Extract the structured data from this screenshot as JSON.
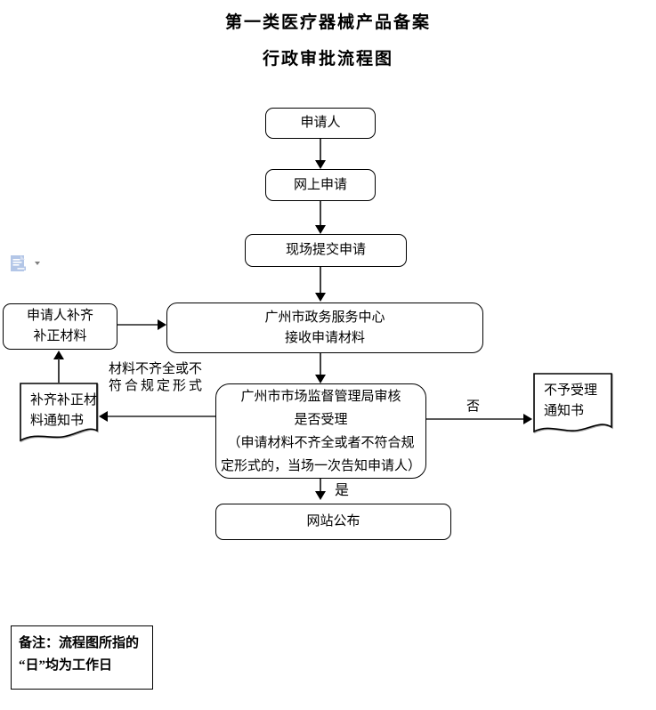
{
  "title": {
    "line1": "第一类医疗器械产品备案",
    "line2": "行政审批流程图"
  },
  "nodes": {
    "applicant": {
      "label": "申请人"
    },
    "online_application": {
      "label": "网上申请"
    },
    "onsite_submission": {
      "label": "现场提交申请"
    },
    "service_center": {
      "line1": "广州市政务服务中心",
      "line2": "接收申请材料"
    },
    "review": {
      "line1": "广州市市场监督管理局审核",
      "line2": "是否受理",
      "line3": "（申请材料不齐全或者不符合规",
      "line4": "定形式的，当场一次告知申请人）"
    },
    "website_publish": {
      "label": "网站公布"
    },
    "supplement_materials": {
      "line1": "申请人补齐",
      "line2": "补正材料"
    },
    "supplement_notice": {
      "line1": "补齐补正材",
      "line2": "料通知书"
    },
    "rejection_notice": {
      "line1": "不予受理",
      "line2": "通知书"
    }
  },
  "edge_labels": {
    "incomplete": {
      "line1": "材料不齐全或不",
      "line2": "符合规定形式"
    },
    "no": "否",
    "yes": "是"
  },
  "note": {
    "line1": "备注：流程图所指的",
    "line2": "“日”均为工作日"
  },
  "icons": {
    "paste_options": "paste-options-icon",
    "dropdown": "chevron-down-icon"
  },
  "colors": {
    "background": "#ffffff",
    "border": "#000000",
    "connector_line": "#4c4c4c",
    "shadow": "#a6a6a6",
    "paste_icon_fill": "#b3c6e7",
    "paste_icon_fold": "#d4def1",
    "caret": "#7f7f7f"
  }
}
